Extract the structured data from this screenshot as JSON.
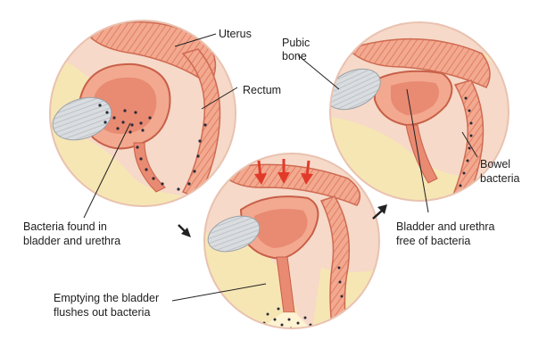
{
  "labels": {
    "uterus": "Uterus",
    "rectum": "Rectum",
    "pubic_bone_1": "Pubic",
    "pubic_bone_2": "bone",
    "bacteria_found_1": "Bacteria found in",
    "bacteria_found_2": "bladder and urethra",
    "emptying_1": "Emptying the bladder",
    "emptying_2": "flushes out bacteria",
    "free_1": "Bladder and urethra",
    "free_2": "free of bacteria",
    "bowel_1": "Bowel",
    "bowel_2": "bacteria"
  },
  "colors": {
    "tissue_pink": "#f2a98f",
    "tissue_dark": "#d9715a",
    "bladder_lining": "#e98a72",
    "fat_yellow": "#f6e6b4",
    "bone_gray": "#d9dde0",
    "skin": "#f6d9c8",
    "arrow_red": "#e23a2a",
    "bacteria_dot": "#2a2a3a"
  }
}
